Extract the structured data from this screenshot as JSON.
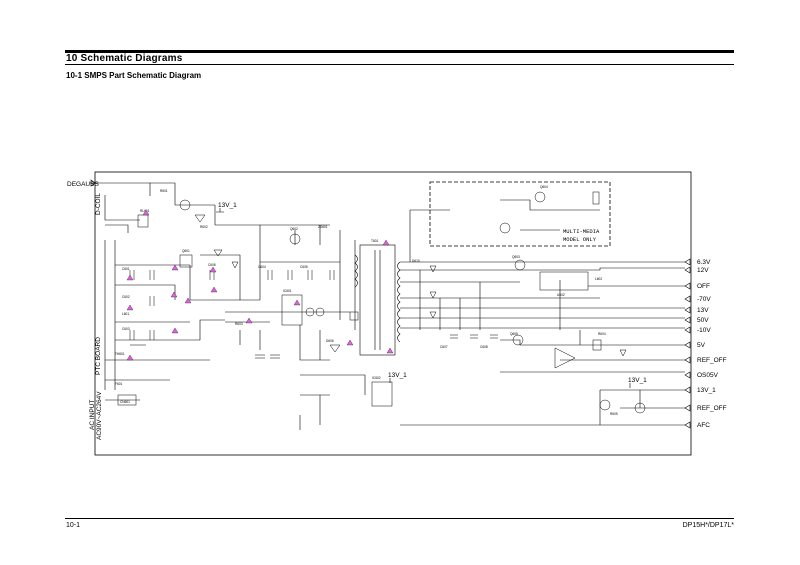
{
  "header": {
    "section_title": "10 Schematic Diagrams",
    "subsection_title": "10-1 SMPS Part Schematic Diagram"
  },
  "footer": {
    "page_number": "10-1",
    "model": "DP15H*/DP17L*"
  },
  "schematic": {
    "left_labels": {
      "degauss": "DEGAUSS",
      "d_coil": "D-COIL",
      "ptc_board": "PTC BOARD",
      "ac_input": "AC INPUT",
      "ac_range": "AC90V~AC264V"
    },
    "right_outputs": [
      {
        "id": "6_3v",
        "label": "6.3V"
      },
      {
        "id": "12v",
        "label": "12V"
      },
      {
        "id": "off",
        "label": "OFF"
      },
      {
        "id": "minus_70v",
        "label": "-70V"
      },
      {
        "id": "13v",
        "label": "13V"
      },
      {
        "id": "50v",
        "label": "50V"
      },
      {
        "id": "minus_10v",
        "label": "-10V"
      },
      {
        "id": "5v",
        "label": "5V"
      },
      {
        "id": "ref_off",
        "label": "REF_OFF"
      },
      {
        "id": "os05v",
        "label": "OS05V"
      },
      {
        "id": "13v_1",
        "label": "13V_1"
      },
      {
        "id": "ref_off_2",
        "label": "REF_OFF"
      },
      {
        "id": "afc",
        "label": "AFC"
      }
    ],
    "net_labels": {
      "net_13v_1_top": "13V_1",
      "net_13v_1_mid": "13V_1",
      "net_13v_1_right": "13V_1"
    },
    "multimedia_note": [
      "MULTI-MEDIA",
      "MODEL ONLY"
    ],
    "components": {
      "ic601": "IC601",
      "ic602": "IC602",
      "t601": "T601",
      "u602": "U602",
      "q601": "Q601",
      "q602": "Q602",
      "q603": "Q603",
      "q604": "Q604",
      "q605": "Q605",
      "d606": "D606",
      "d610": "D610",
      "zd601": "ZD601",
      "r601": "R601",
      "r602": "R602",
      "r603": "R603",
      "r604": "R604",
      "r605": "R605",
      "c601": "C601",
      "c602": "C602",
      "c603": "C603",
      "c604": "C604",
      "c605": "C605",
      "c606": "C606",
      "c607": "C607",
      "c608": "C608",
      "l601": "L601",
      "l602": "L602",
      "f601": "F601",
      "cn601": "CN601",
      "th601": "TH601",
      "rl601": "RL601"
    }
  }
}
